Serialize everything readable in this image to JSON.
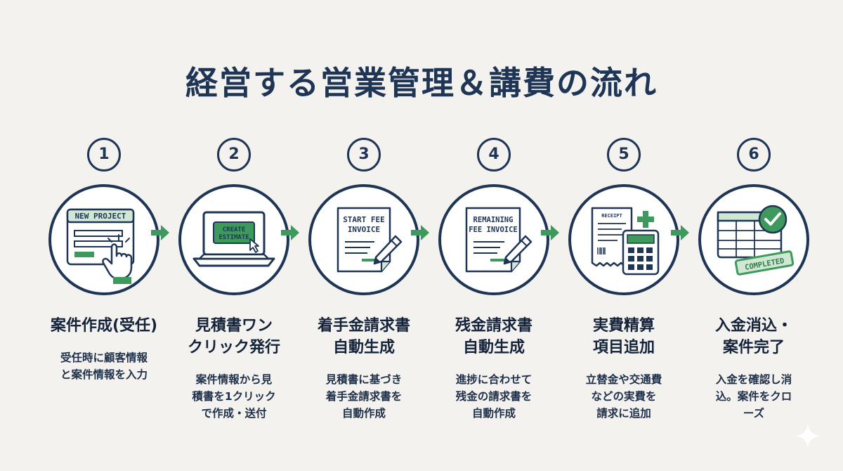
{
  "title": "経営する営業管理＆講費の流れ",
  "steps": [
    {
      "num": "1",
      "icon": "new-project-form-icon",
      "label": "NEW PROJECT",
      "title_lines": [
        "案件作成(受任)"
      ],
      "desc_lines": [
        "受任時に顧客情報",
        "と案件情報を入力"
      ]
    },
    {
      "num": "2",
      "icon": "laptop-estimate-icon",
      "label_lines": [
        "CREATE",
        "ESTIMATE"
      ],
      "title_lines": [
        "見積書ワン",
        "クリック発行"
      ],
      "desc_lines": [
        "案件情報から見",
        "積書を1クリック",
        "で作成・送付"
      ]
    },
    {
      "num": "3",
      "icon": "start-fee-invoice-icon",
      "label_lines": [
        "START FEE",
        "INVOICE"
      ],
      "title_lines": [
        "着手金請求書",
        "自動生成"
      ],
      "desc_lines": [
        "見積書に基づき",
        "着手金請求書を",
        "自動作成"
      ]
    },
    {
      "num": "4",
      "icon": "remaining-fee-invoice-icon",
      "label_lines": [
        "REMAINING",
        "FEE INVOICE"
      ],
      "title_lines": [
        "残金請求書",
        "自動生成"
      ],
      "desc_lines": [
        "進捗に合わせて",
        "残金の請求書を",
        "自動作成"
      ]
    },
    {
      "num": "5",
      "icon": "receipt-calculator-icon",
      "label": "RECEIPT",
      "title_lines": [
        "実費精算",
        "項目追加"
      ],
      "desc_lines": [
        "立替金や交通費",
        "などの実費を",
        "請求に追加"
      ]
    },
    {
      "num": "6",
      "icon": "completed-check-icon",
      "label": "COMPLETED",
      "title_lines": [
        "入金消込・",
        "案件完了"
      ],
      "desc_lines": [
        "入金を確認し消",
        "込。案件をクロ",
        "ーズ"
      ]
    }
  ],
  "colors": {
    "navy": "#1e3556",
    "green": "#3e9a5c",
    "light_green": "#cfe7d3",
    "background": "#f3f2ee"
  }
}
